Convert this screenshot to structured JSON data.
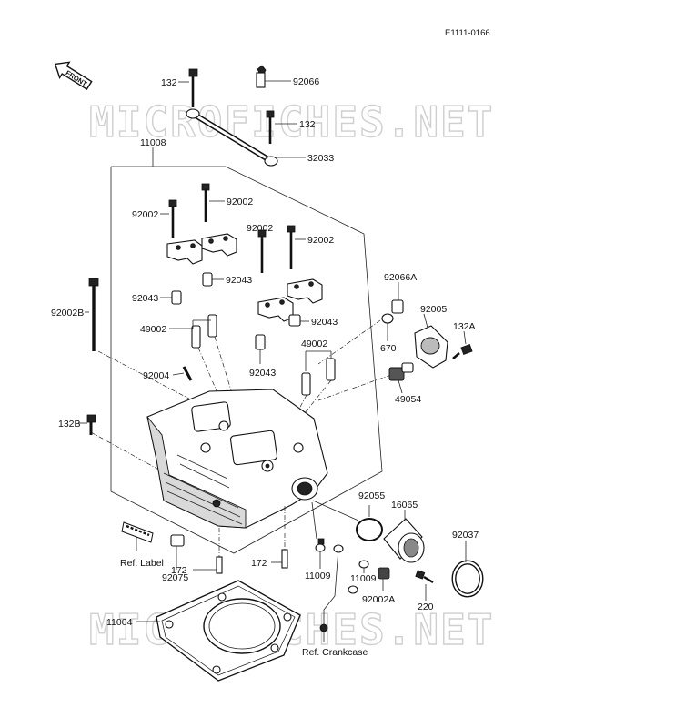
{
  "diagram_code": "E1111-0166",
  "front_label": "FRONT",
  "watermark": "MICROFICHES.NET",
  "parts": {
    "p132_top": "132",
    "p92066": "92066",
    "p132_right": "132",
    "p11008": "11008",
    "p32033": "32033",
    "p92002_a": "92002",
    "p92002_b": "92002",
    "p92002_c": "92002",
    "p92002_d": "92002",
    "p92002B": "92002B",
    "p92043_a": "92043",
    "p92043_b": "92043",
    "p92043_c": "92043",
    "p92043_d": "92043",
    "p49002_a": "49002",
    "p49002_b": "49002",
    "p92066A": "92066A",
    "p92005": "92005",
    "p132A": "132A",
    "p670": "670",
    "p49054": "49054",
    "p92004": "92004",
    "p132B": "132B",
    "p92055": "92055",
    "p16065": "16065",
    "p92037": "92037",
    "p172_a": "172",
    "p172_b": "172",
    "p11009_a": "11009",
    "p11009_b": "11009",
    "p92002A": "92002A",
    "p220": "220",
    "p92075": "92075",
    "p11004": "11004",
    "ref_label": "Ref. Label",
    "ref_crankcase": "Ref. Crankcase"
  }
}
